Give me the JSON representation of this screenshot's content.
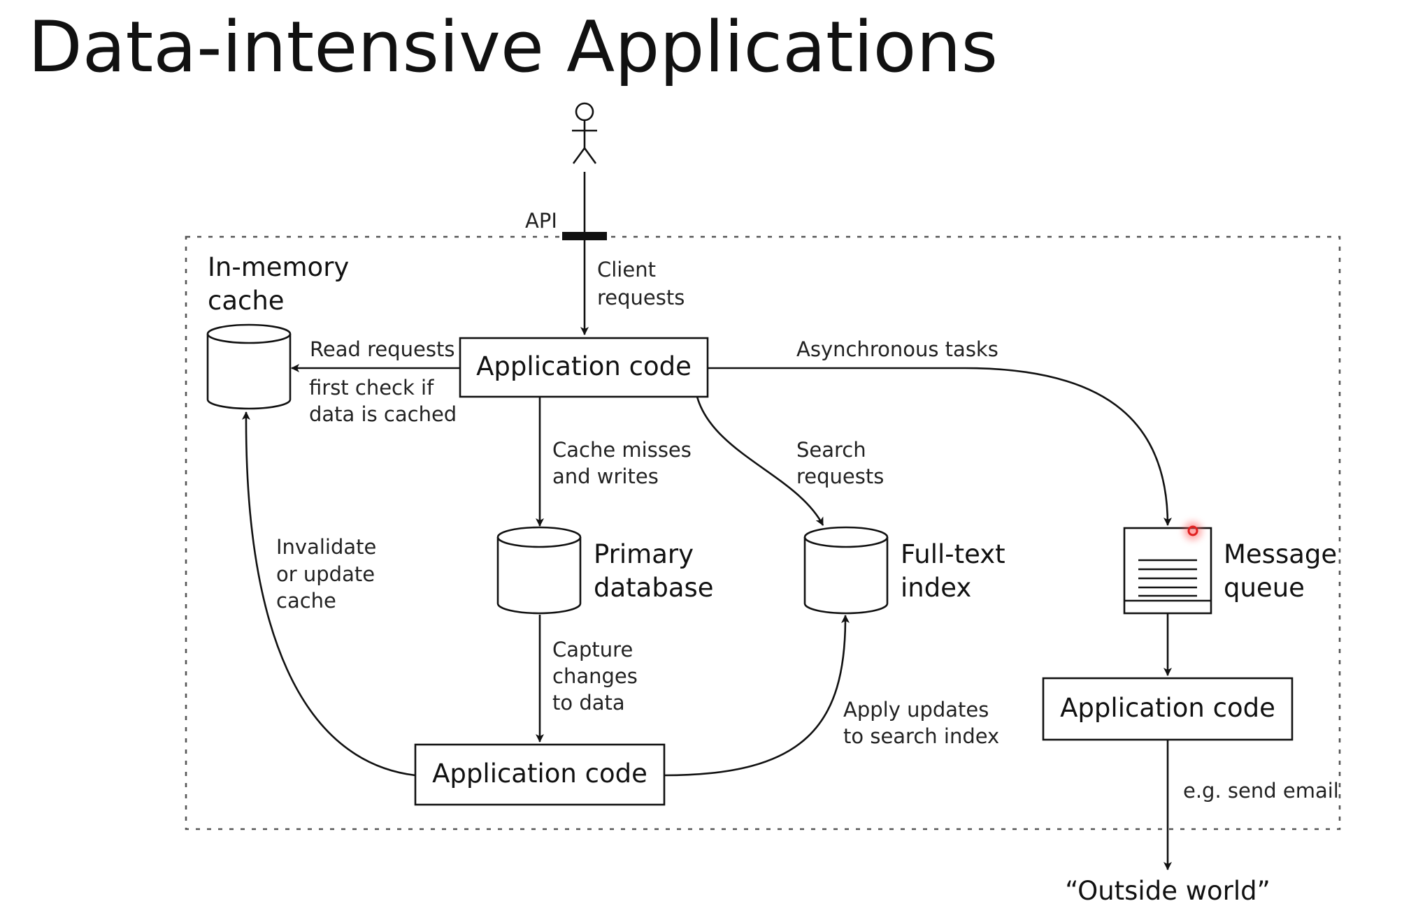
{
  "slide": {
    "title": "Data-intensive Applications"
  },
  "nodes": {
    "cache": [
      "In-memory",
      "cache"
    ],
    "app_top": "Application code",
    "primary_db": [
      "Primary",
      "database"
    ],
    "fulltext": [
      "Full-text",
      "index"
    ],
    "mq": [
      "Message",
      "queue"
    ],
    "app_bottom": "Application code",
    "app_right": "Application code",
    "outside": "“Outside world”"
  },
  "edges": {
    "api": "API",
    "client_requests": [
      "Client",
      "requests"
    ],
    "read_requests": "Read requests",
    "first_check": [
      "first check if",
      "data is cached"
    ],
    "async_tasks": "Asynchronous tasks",
    "cache_misses": [
      "Cache misses",
      "and writes"
    ],
    "search_requests": [
      "Search",
      "requests"
    ],
    "invalidate": [
      "Invalidate",
      "or update",
      "cache"
    ],
    "capture": [
      "Capture",
      "changes",
      "to data"
    ],
    "apply_updates": [
      "Apply updates",
      "to search index"
    ],
    "send_email": "e.g. send email"
  },
  "colors": {
    "ink": "#111111",
    "boundary": "#555555",
    "pointer": "#e02020"
  },
  "icons": {
    "user": "stick-figure-icon",
    "database": "cylinder-icon",
    "queue": "document-icon"
  }
}
